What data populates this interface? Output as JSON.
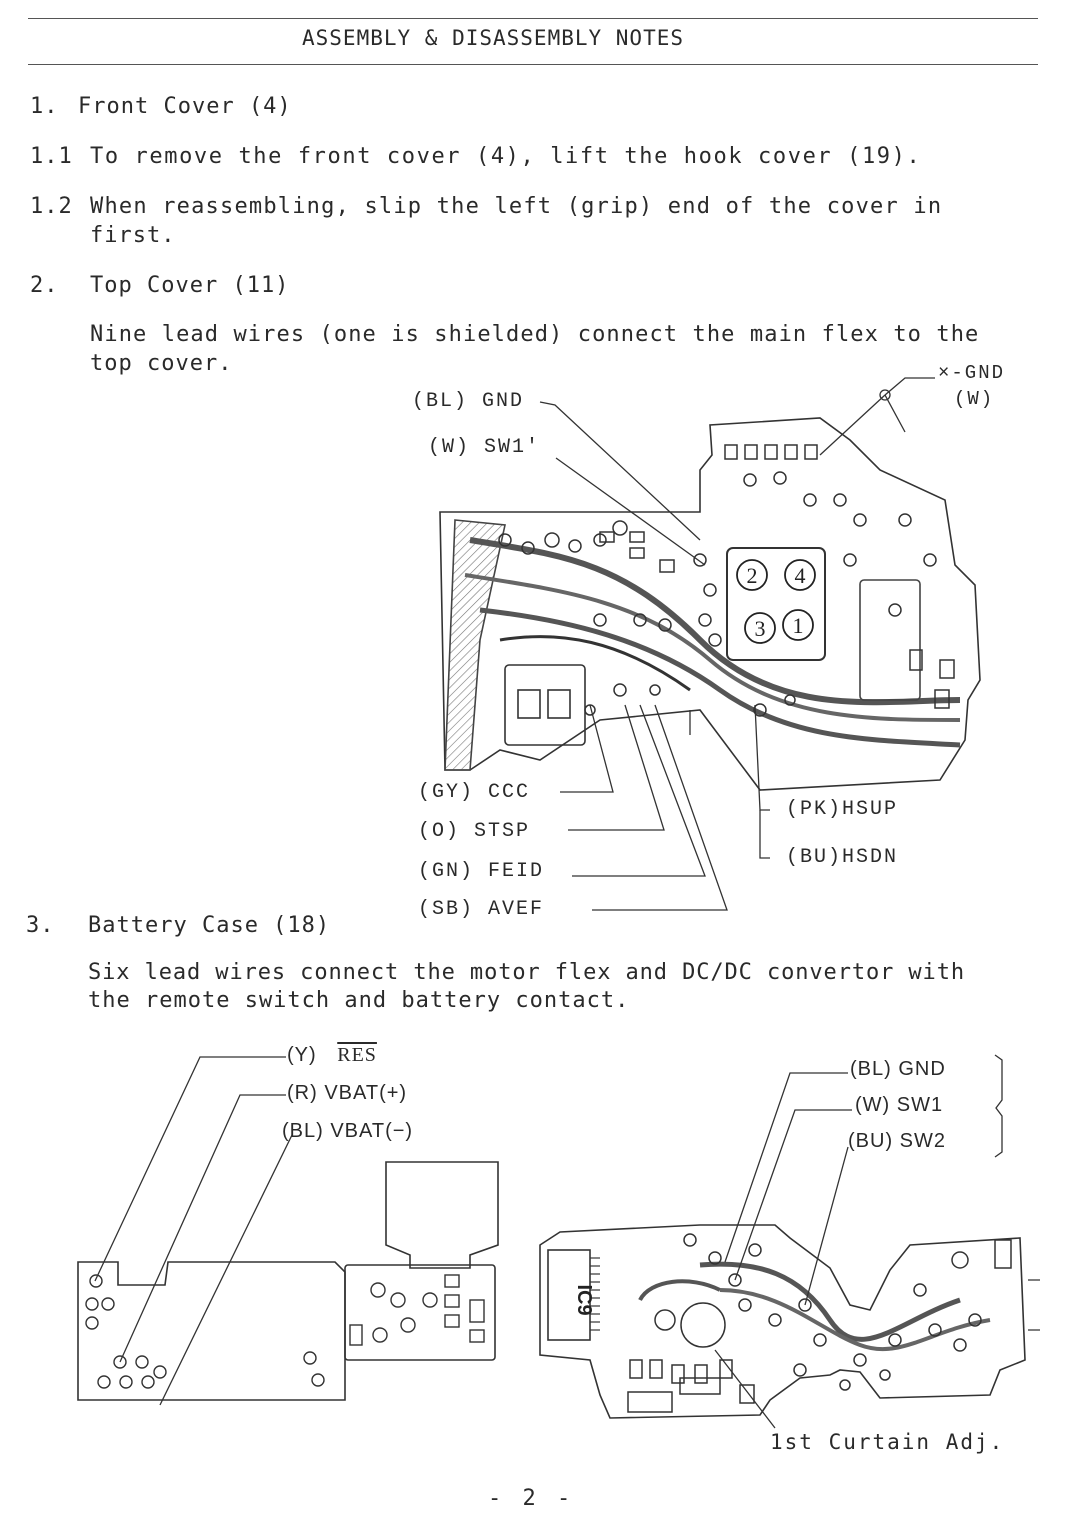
{
  "header": {
    "title": "ASSEMBLY & DISASSEMBLY NOTES"
  },
  "sections": {
    "s1": {
      "num": "1.",
      "title": "Front Cover (4)",
      "items": [
        {
          "num": "1.1",
          "text": "To remove the front cover (4), lift the hook cover (19)."
        },
        {
          "num": "1.2",
          "text": "When reassembling, slip the left (grip) end of the cover in",
          "text2": "first."
        }
      ]
    },
    "s2": {
      "num": "2.",
      "title": "Top Cover (11)",
      "body_line1": "Nine lead wires (one is shielded) connect the main flex to the",
      "body_line2": "top cover."
    },
    "s3": {
      "num": "3.",
      "title": "Battery Case (18)",
      "body_line1": "Six lead wires connect the motor flex and DC/DC convertor with",
      "body_line2": "the remote switch and battery contact."
    }
  },
  "diagram1": {
    "labels": {
      "gnd_x": "×-GND",
      "gnd_x_color": "(W)",
      "bl_gnd": "(BL) GND",
      "w_sw1": "(W) SW1'",
      "gy_ccc": "(GY) CCC",
      "o_stsp": "(O) STSP",
      "gn_feid": "(GN) FEID",
      "sb_avef": "(SB) AVEF",
      "pk_hsup": "(PK)HSUP",
      "bu_hsdn": "(BU)HSDN"
    },
    "ic_numbers": [
      "2",
      "4",
      "3",
      "1"
    ]
  },
  "diagram2": {
    "labels": {
      "y_res_prefix": "(Y)",
      "y_res": "RES",
      "r_vbat": "(R) VBAT(+)",
      "bl_vbat": "(BL) VBAT(−)",
      "bl_gnd": "(BL) GND",
      "w_sw1": "(W) SW1",
      "bu_sw2": "(BU) SW2",
      "ic_label": "IC9",
      "curtain": "1st Curtain Adj."
    }
  },
  "footer": {
    "page": "- 2 -"
  }
}
